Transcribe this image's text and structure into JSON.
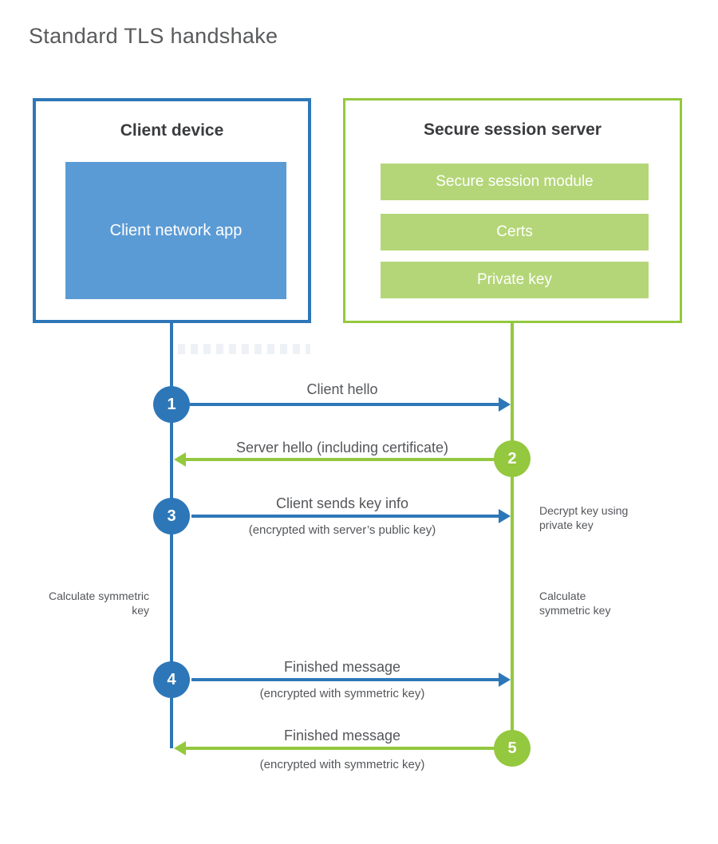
{
  "title": "Standard TLS handshake",
  "colors": {
    "blue_accent": "#2d77b8",
    "blue_fill": "#5b9bd5",
    "green_accent": "#94c83e",
    "green_fill": "#b4d678",
    "text": "#54565a"
  },
  "client_box": {
    "title": "Client device",
    "module": "Client network app"
  },
  "server_box": {
    "title": "Secure session server",
    "modules": [
      "Secure session module",
      "Certs",
      "Private key"
    ]
  },
  "messages": [
    {
      "num": "1",
      "label": "Client hello",
      "sublabel": "",
      "direction": "right",
      "from": "client"
    },
    {
      "num": "2",
      "label": "Server hello (including certificate)",
      "sublabel": "",
      "direction": "left",
      "from": "server"
    },
    {
      "num": "3",
      "label": "Client sends key info",
      "sublabel": "(encrypted with server’s public key)",
      "direction": "right",
      "from": "client"
    },
    {
      "num": "4",
      "label": "Finished message",
      "sublabel": "(encrypted with symmetric key)",
      "direction": "right",
      "from": "client"
    },
    {
      "num": "5",
      "label": "Finished message",
      "sublabel": "(encrypted with symmetric key)",
      "direction": "left",
      "from": "server"
    }
  ],
  "side_notes": {
    "decrypt": "Decrypt key using private key",
    "calc_left": "Calculate symmetric key",
    "calc_right": "Calculate symmetric key"
  }
}
